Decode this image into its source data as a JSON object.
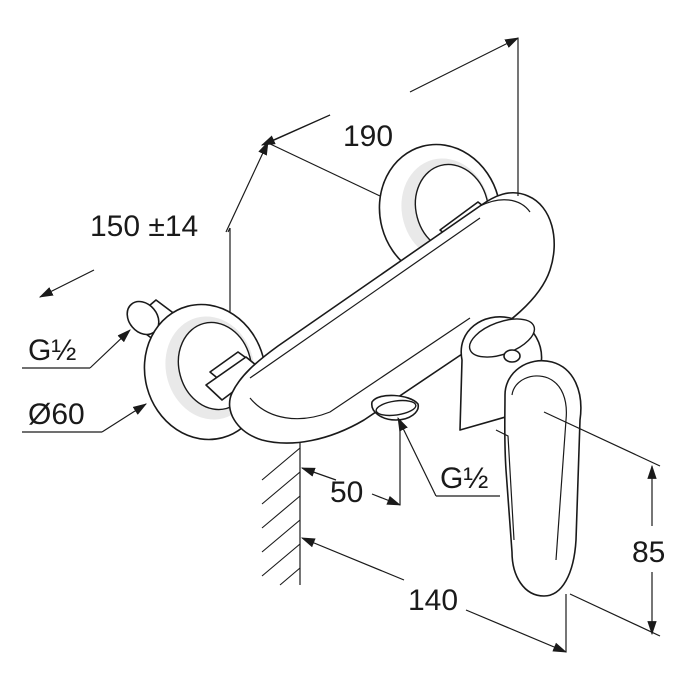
{
  "dimensions": {
    "total_length": "190",
    "centers": "150 ±14",
    "inlet_thread": "G½",
    "rosette_diameter": "Ø60",
    "wall_offset": "50",
    "outlet_thread": "G½",
    "lever_depth": "140",
    "lever_height": "85"
  },
  "colors": {
    "line": "#1a1a1a",
    "background": "#ffffff"
  }
}
